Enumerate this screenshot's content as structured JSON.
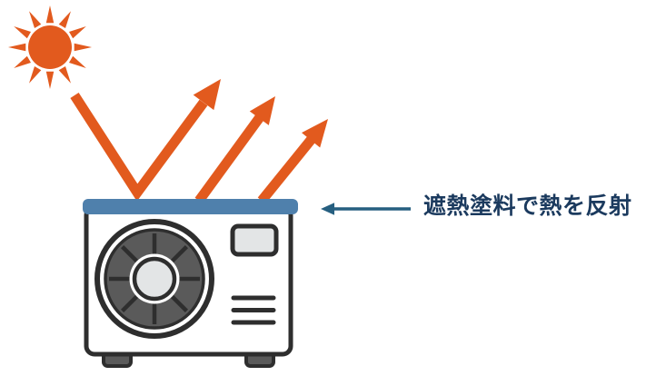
{
  "annotation": {
    "label": "遮熱塗料で熱を反射"
  },
  "colors": {
    "orange": "#E25A1E",
    "roof_blue": "#4F80AC",
    "unit_outline": "#2E2E2E",
    "unit_body": "#FFFFFF",
    "fan_gray": "#5A5A5A",
    "panel_gray": "#E3E5E6",
    "annotation_blue": "#265F80",
    "annotation_text": "#1B3A5E",
    "background": "#FFFFFF"
  },
  "icons": {
    "sun-icon": "orange sun disc with 12 triangular rays",
    "reflection-arrows-icon": "three orange arrows bouncing up off the coated top",
    "ac-outdoor-unit-icon": "air conditioner outdoor unit with fan, vent slits and feet",
    "roof-coating-bar": "blue heat-shield paint layer on top of the unit",
    "annotation-arrow-icon": "thin blue arrow pointing left at the coating"
  }
}
